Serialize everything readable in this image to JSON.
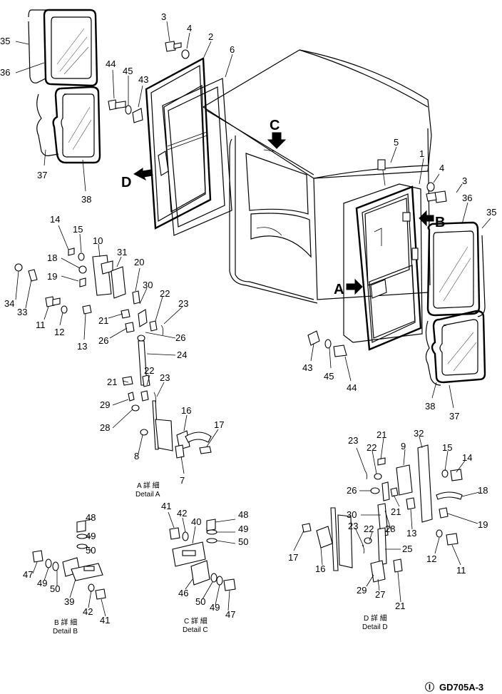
{
  "drawing_code": "GD705A-3",
  "drawing_code_prefix": "Ⓘ",
  "detail_labels": {
    "A": {
      "jp": "A 詳 細",
      "en": "Detail A"
    },
    "B": {
      "jp": "B 詳 細",
      "en": "Detail B"
    },
    "C": {
      "jp": "C 詳 細",
      "en": "Detail C"
    },
    "D": {
      "jp": "D 詳 細",
      "en": "Detail D"
    }
  },
  "view_letters": {
    "A": "A",
    "B": "B",
    "C": "C",
    "D": "D"
  },
  "callouts": {
    "c35a": "35",
    "c36a": "36",
    "c37a": "37",
    "c38a": "38",
    "c3a": "3",
    "c4a": "4",
    "c2": "2",
    "c6": "6",
    "c44a": "44",
    "c45a": "45",
    "c43a": "43",
    "c5": "5",
    "c1": "1",
    "c4b": "4",
    "c3b": "3",
    "c36b": "36",
    "c35b": "35",
    "c43b": "43",
    "c45b": "45",
    "c44b": "44",
    "c38b": "38",
    "c37b": "37",
    "a14": "14",
    "a15": "15",
    "a10": "10",
    "a18": "18",
    "a31": "31",
    "a20": "20",
    "a19": "19",
    "a34": "34",
    "a33": "33",
    "a30": "30",
    "a22": "22",
    "a23": "23",
    "a11": "11",
    "a12": "12",
    "a13": "13",
    "a21": "21",
    "a26l": "26",
    "a26r": "26",
    "a24": "24",
    "a22b": "22",
    "a23b": "23",
    "a21b": "21",
    "a29": "29",
    "a28": "28",
    "a16": "16",
    "a17": "17",
    "a8": "8",
    "a7": "7",
    "b48": "48",
    "b49a": "49",
    "b50a": "50",
    "b47": "47",
    "b49b": "49",
    "b50b": "50",
    "b39": "39",
    "b42": "42",
    "b41": "41",
    "c41": "41",
    "c42": "42",
    "c40": "40",
    "c48": "48",
    "c49a": "49",
    "c50a": "50",
    "c46": "46",
    "c50b": "50",
    "c49b": "49",
    "c47": "47",
    "d23": "23",
    "d21": "21",
    "d32": "32",
    "d22": "22",
    "d9": "9",
    "d15": "15",
    "d14": "14",
    "d26": "26",
    "d18": "18",
    "d30": "30",
    "d21b": "21",
    "d28": "28",
    "d13": "13",
    "d19": "19",
    "d17": "17",
    "d23b": "23",
    "d22b": "22",
    "d16": "16",
    "d25": "25",
    "d12": "12",
    "d11": "11",
    "d29": "29",
    "d27": "27",
    "d21c": "21"
  }
}
